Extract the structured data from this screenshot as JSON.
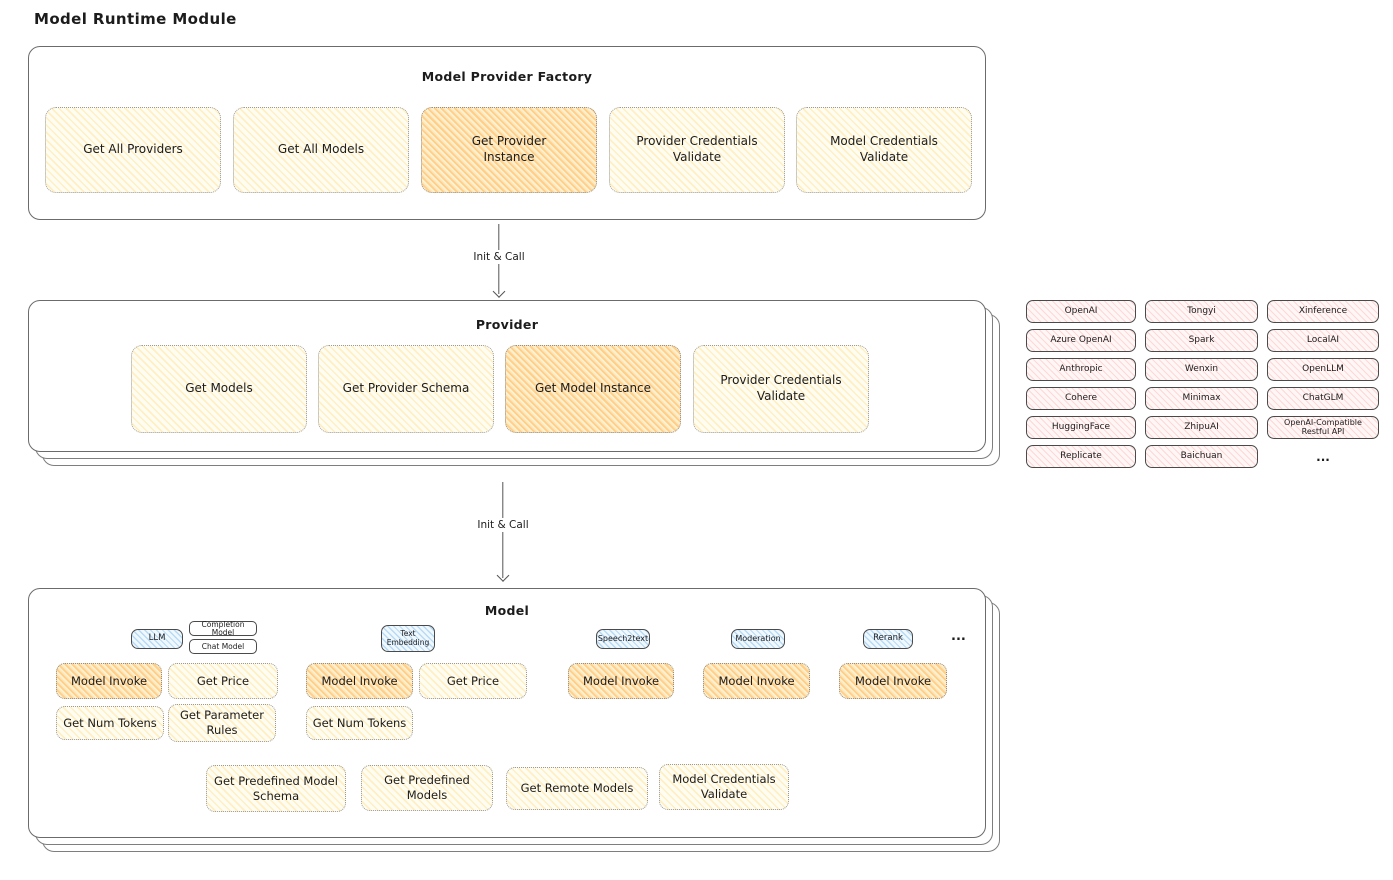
{
  "title": "Model Runtime Module",
  "colors": {
    "yellow_fill": "#fffdf2",
    "yellow_hatch": "#ffd876",
    "orange_hatch": "#ffac3c",
    "pink_hatch": "#ffa8a8",
    "blue_hatch": "#74b6e8",
    "box_border": "#6b6b6b"
  },
  "factory": {
    "title": "Model Provider Factory",
    "buttons": [
      {
        "label": "Get All Providers",
        "highlight": false
      },
      {
        "label": "Get All Models",
        "highlight": false
      },
      {
        "label": "Get Provider Instance",
        "highlight": true
      },
      {
        "label": "Provider Credentials Validate",
        "highlight": false
      },
      {
        "label": "Model Credentials Validate",
        "highlight": false
      }
    ]
  },
  "arrows": {
    "init_call_1": "Init & Call",
    "init_call_2": "Init & Call"
  },
  "provider": {
    "title": "Provider",
    "buttons": [
      {
        "label": "Get Models",
        "highlight": false
      },
      {
        "label": "Get Provider Schema",
        "highlight": false
      },
      {
        "label": "Get Model Instance",
        "highlight": true
      },
      {
        "label": "Provider Credentials Validate",
        "highlight": false
      }
    ]
  },
  "provider_list": {
    "chips": [
      "OpenAI",
      "Tongyi",
      "Xinference",
      "Azure OpenAI",
      "Spark",
      "LocalAI",
      "Anthropic",
      "Wenxin",
      "OpenLLM",
      "Cohere",
      "Minimax",
      "ChatGLM",
      "HuggingFace",
      "ZhipuAI",
      "OpenAI-Compatible Restful API",
      "Replicate",
      "Baichuan"
    ],
    "ellipsis": "..."
  },
  "model": {
    "title": "Model",
    "type_chips": {
      "llm": "LLM",
      "completion_model": "Completion Model",
      "chat_model": "Chat Model",
      "text_embedding": "Text Embedding",
      "speech2text": "Speech2text",
      "moderation": "Moderation",
      "rerank": "Rerank",
      "ellipsis": "..."
    },
    "ops": {
      "llm_model_invoke": "Model Invoke",
      "llm_get_price": "Get Price",
      "llm_get_num_tokens": "Get Num Tokens",
      "llm_get_parameter_rules": "Get Parameter Rules",
      "embedding_model_invoke": "Model Invoke",
      "embedding_get_price": "Get Price",
      "embedding_get_num_tokens": "Get Num Tokens",
      "speech2text_model_invoke": "Model Invoke",
      "moderation_model_invoke": "Model Invoke",
      "rerank_model_invoke": "Model Invoke"
    },
    "bottom_buttons": [
      {
        "label": "Get Predefined Model Schema"
      },
      {
        "label": "Get Predefined Models"
      },
      {
        "label": "Get Remote Models"
      },
      {
        "label": "Model Credentials Validate"
      }
    ]
  }
}
